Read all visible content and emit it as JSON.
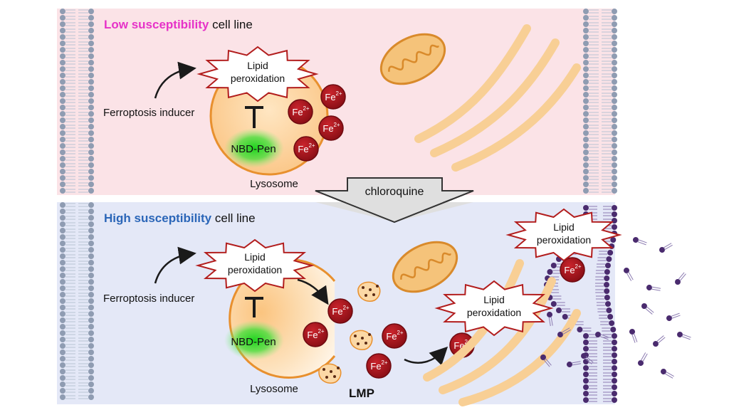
{
  "panels": {
    "low": {
      "title_bold": "Low susceptibility",
      "title_rest": " cell line",
      "inducer_label": "Ferroptosis inducer",
      "lipid_line1": "Lipid",
      "lipid_line2": "peroxidation",
      "probe_label": "NBD-Pen",
      "lysosome_label": "Lysosome",
      "iron_label": "Fe",
      "iron_charge": "2+",
      "bg_color": "#fbe3e7"
    },
    "high": {
      "title_bold": "High susceptibility",
      "title_rest": " cell line",
      "inducer_label": "Ferroptosis inducer",
      "lipid_line1": "Lipid",
      "lipid_line2": "peroxidation",
      "probe_label": "NBD-Pen",
      "lysosome_label": "Lysosome",
      "lmp_label": "LMP",
      "iron_label": "Fe",
      "iron_charge": "2+",
      "bg_color": "#e4e8f7"
    }
  },
  "treatment_label": "chloroquine",
  "colors": {
    "low_title": "#e632c8",
    "high_title": "#2b66b8",
    "lysosome_fill": "#fcd49a",
    "lysosome_stroke": "#e8902e",
    "iron": "#a3141c",
    "probe_glow": "#1fd41f",
    "membrane_head": "#8f9cb2",
    "damaged_lipid": "#4a2b6e"
  }
}
